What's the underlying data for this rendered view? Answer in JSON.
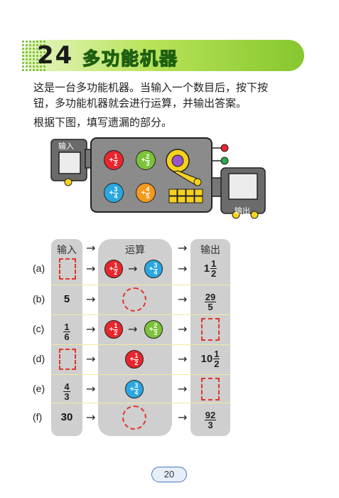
{
  "header": {
    "lesson_number": "24",
    "title": "多功能机器"
  },
  "intro": {
    "line1": "这是一台多功能机器。当输入一个数目后，按下按",
    "line2": "钮，多功能机器就会进行运算，并输出答案。",
    "instruction": "根据下图，填写遗漏的部分。"
  },
  "machine": {
    "input_label": "输入",
    "output_label": "输出",
    "buttons": [
      {
        "op": "+",
        "num": "1",
        "den": "2",
        "color": "#e8262d"
      },
      {
        "op": "+",
        "num": "2",
        "den": "3",
        "color": "#7cc23a"
      },
      {
        "op": "+",
        "num": "3",
        "den": "4",
        "color": "#2aa7e0"
      },
      {
        "op": "+",
        "num": "4",
        "den": "5",
        "color": "#f39a1e"
      }
    ]
  },
  "table": {
    "headers": {
      "input": "输入",
      "operation": "运算",
      "output": "输出"
    },
    "arrow": "→",
    "rows": [
      {
        "label": "(a)",
        "input": "",
        "output": {
          "whole": "1",
          "num": "1",
          "den": "2"
        }
      },
      {
        "label": "(b)",
        "input": "5",
        "output": {
          "num": "29",
          "den": "5"
        }
      },
      {
        "label": "(c)",
        "input": {
          "num": "1",
          "den": "6"
        },
        "output": ""
      },
      {
        "label": "(d)",
        "input": "",
        "output": {
          "whole": "10",
          "num": "1",
          "den": "2"
        }
      },
      {
        "label": "(e)",
        "input": {
          "num": "4",
          "den": "3"
        },
        "output": ""
      },
      {
        "label": "(f)",
        "input": "30",
        "output": {
          "num": "92",
          "den": "3"
        }
      }
    ]
  },
  "page_number": "20"
}
